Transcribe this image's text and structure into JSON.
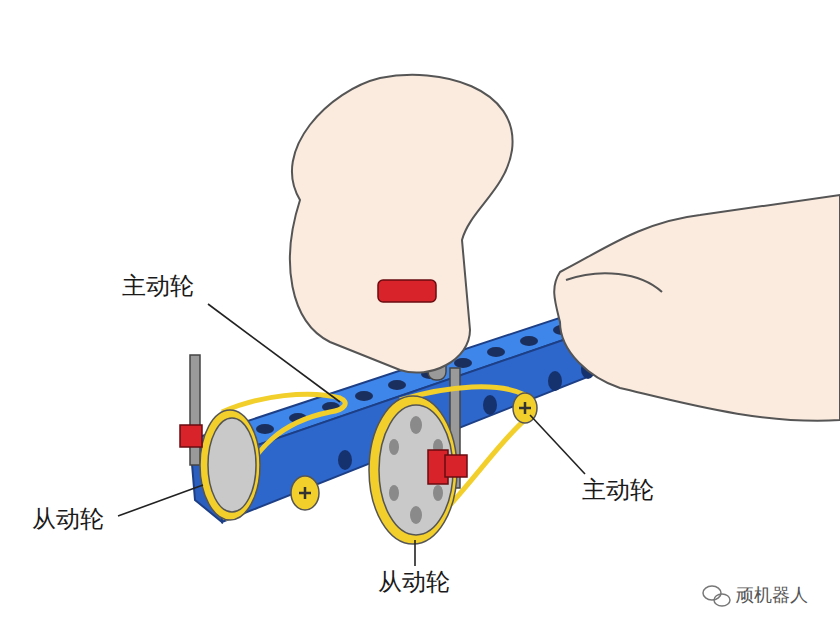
{
  "diagram": {
    "labels": [
      "主动轮",
      "主动轮",
      "从动轮",
      "从动轮",
      "顽机器人"
    ]
  }
}
